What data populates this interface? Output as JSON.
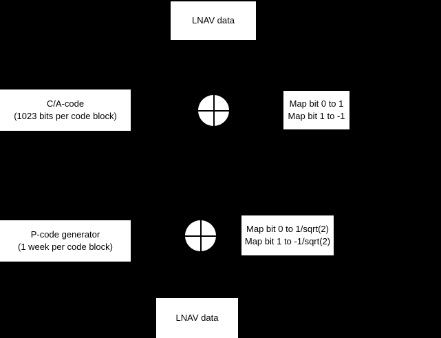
{
  "diagram": {
    "title": "GPS signal generation block diagram",
    "background_color": "#000000",
    "block_fill_color": "#ffffff",
    "block_text_color": "#000000",
    "blocks": [
      {
        "name": "lnav-data-top",
        "lines": [
          "LNAV data"
        ]
      },
      {
        "name": "ca-code",
        "lines": [
          "C/A-code",
          "(1023 bits per code block)"
        ]
      },
      {
        "name": "map-ca",
        "lines": [
          "Map bit 0 to 1",
          "Map bit 1 to -1"
        ]
      },
      {
        "name": "p-code",
        "lines": [
          "P-code generator",
          "(1 week per code block)"
        ]
      },
      {
        "name": "map-p",
        "lines": [
          "Map bit 0 to 1/sqrt(2)",
          "Map bit 1 to -1/sqrt(2)"
        ]
      },
      {
        "name": "lnav-data-bottom",
        "lines": [
          "LNAV data"
        ]
      }
    ],
    "modulators": [
      {
        "name": "modulator-ca",
        "symbol": "crossed-circle-icon"
      },
      {
        "name": "modulator-p",
        "symbol": "crossed-circle-icon"
      }
    ]
  }
}
